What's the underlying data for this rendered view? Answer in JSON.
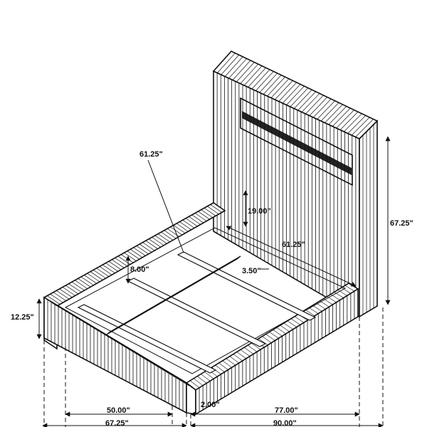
{
  "diagram": {
    "colors": {
      "ink": "#111111",
      "background": "#ffffff"
    },
    "dimensions": {
      "headboard_width_top": "61.25\"",
      "headboard_height": "67.25\"",
      "headboard_panel_height": "19.00\"",
      "headboard_width": "61.25\"",
      "slat_spacing": "3.50\"",
      "rail_height": "8.00\"",
      "frame_height": "12.25\"",
      "inner_width": "50.00\"",
      "outer_width": "67.25\"",
      "rail_thickness": "2.00\"",
      "inner_length": "77.00\"",
      "outer_length": "90.00\""
    }
  }
}
